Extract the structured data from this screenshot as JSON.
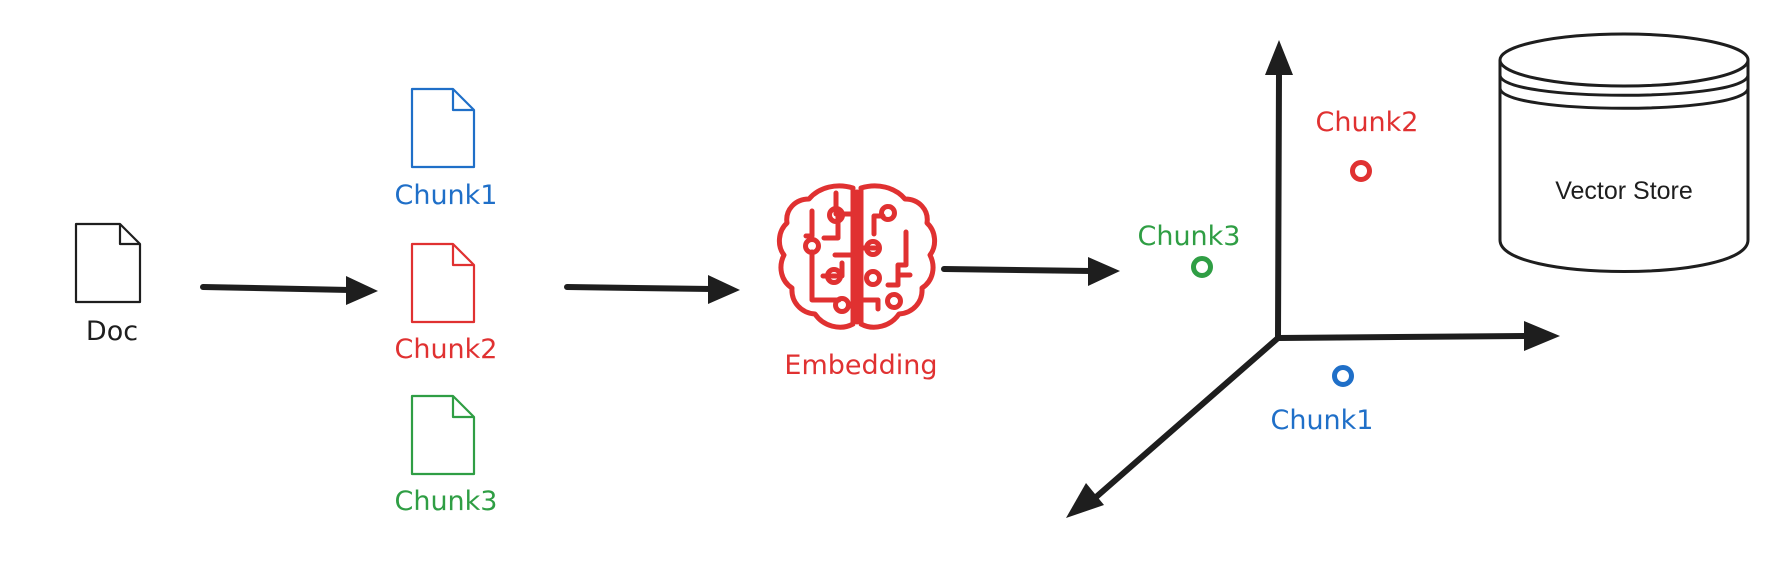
{
  "doc": {
    "label": "Doc"
  },
  "chunks": [
    {
      "label": "Chunk1",
      "color": "#1f6fc8"
    },
    {
      "label": "Chunk2",
      "color": "#e03131"
    },
    {
      "label": "Chunk3",
      "color": "#2f9e44"
    }
  ],
  "embedding": {
    "label": "Embedding",
    "color": "#e03131"
  },
  "space_points": [
    {
      "label": "Chunk2",
      "color": "#e03131"
    },
    {
      "label": "Chunk3",
      "color": "#2f9e44"
    },
    {
      "label": "Chunk1",
      "color": "#1f6fc8"
    }
  ],
  "vector_store": {
    "label": "Vector Store"
  },
  "colors": {
    "stroke": "#1e1e1e",
    "background": "#ffffff"
  },
  "icons": [
    "file-icon",
    "brain-icon",
    "cylinder-icon",
    "arrow-icon"
  ]
}
